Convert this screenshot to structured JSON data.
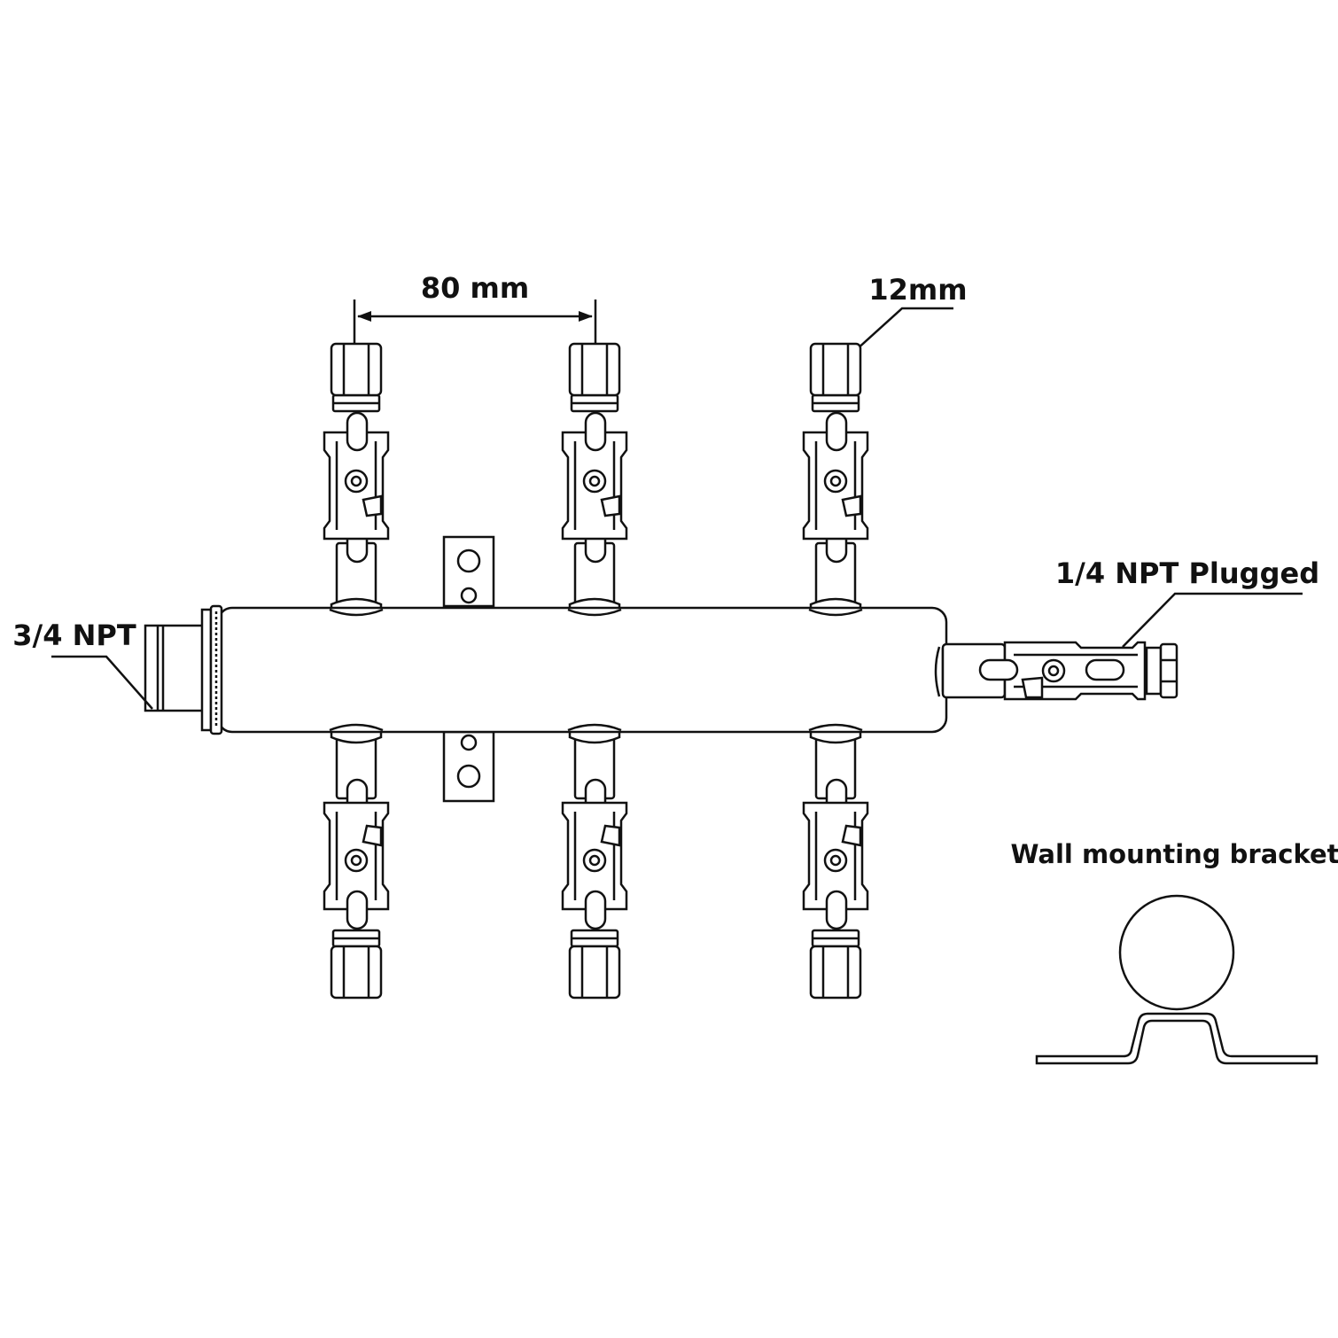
{
  "labels": {
    "spacing": "80 mm",
    "tube_size": "12mm",
    "inlet": "3/4 NPT",
    "outlet": "1/4 NPT Plugged",
    "bracket_title": "Wall mounting bracket"
  },
  "colors": {
    "stroke": "#111111",
    "background": "#ffffff"
  }
}
